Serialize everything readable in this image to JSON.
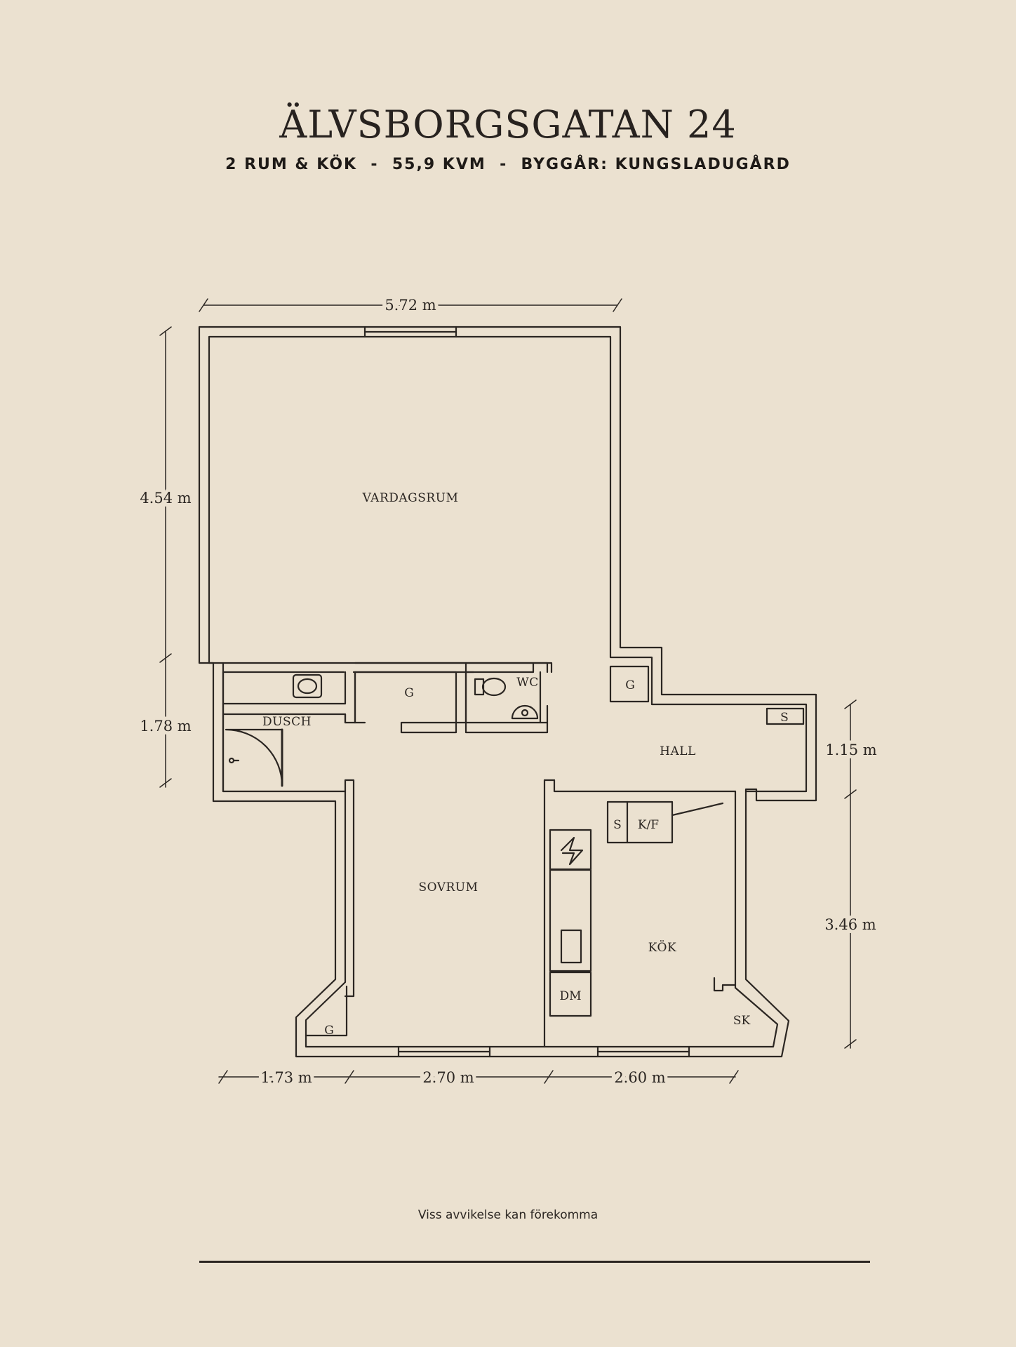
{
  "header": {
    "title": "ÄLVSBORGSGATAN 24",
    "subtitle": "2 RUM & KÖK  -  55,9 KVM  -  BYGGÅR: KUNGSLADUGÅRD"
  },
  "rooms": {
    "vardagsrum": "VARDAGSRUM",
    "sovrum": "SOVRUM",
    "kok": "KÖK",
    "hall": "HALL",
    "dusch": "DUSCH",
    "wc": "WC"
  },
  "fixtures": {
    "g_hall_closet": "G",
    "g_center_closet": "G",
    "g_bedroom": "G",
    "s_hall": "S",
    "s_kitchen": "S",
    "kf": "K/F",
    "dm": "DM",
    "sk": "SK"
  },
  "dimensions": {
    "top_width": "5.72 m",
    "left_upper": "4.54 m",
    "left_lower": "1.78 m",
    "right_upper": "1.15 m",
    "right_lower": "3.46 m",
    "bottom_left": "1.73 m",
    "bottom_middle": "2.70 m",
    "bottom_right": "2.60 m"
  },
  "footer": {
    "note": "Viss avvikelse kan förekomma"
  },
  "colors": {
    "background": "#ebe1d0",
    "ink": "#2b2622"
  }
}
